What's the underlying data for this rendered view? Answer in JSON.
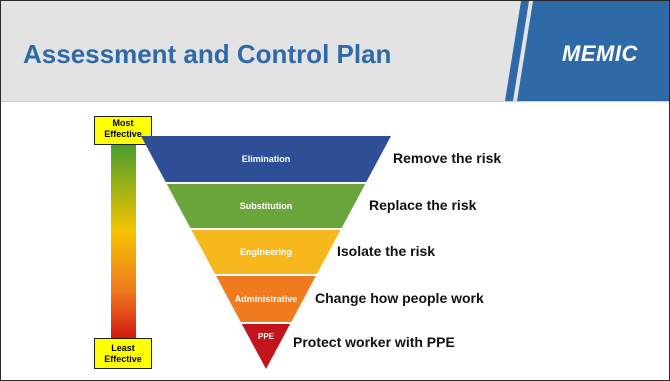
{
  "slide": {
    "title": "Assessment and Control Plan",
    "logo": "MEMIC"
  },
  "scale_bar": {
    "top_label": "Most Effective",
    "bottom_label": "Least Effective",
    "gradient_top": "#3d9b2f",
    "gradient_mid": "#f4c400",
    "gradient_bottom": "#d01010"
  },
  "hierarchy": [
    {
      "level": "Elimination",
      "action": "Remove the risk",
      "color": "#2e4f96"
    },
    {
      "level": "Substitution",
      "action": "Replace the risk",
      "color": "#6aa53c"
    },
    {
      "level": "Engineering",
      "action": "Isolate the risk",
      "color": "#f6b81c"
    },
    {
      "level": "Administrative",
      "action": "Change how people work",
      "color": "#f07a1e"
    },
    {
      "level": "PPE",
      "action": "Protect worker with PPE",
      "color": "#c2141b"
    }
  ],
  "colors": {
    "title": "#2f6aa8",
    "header_bg": "#e3e3e3",
    "logo_bg": "#2f6aa8",
    "label_bg": "#ffff00"
  }
}
